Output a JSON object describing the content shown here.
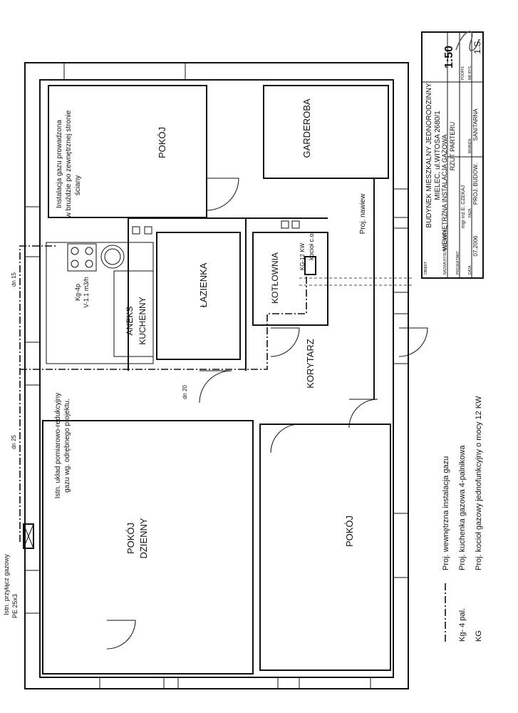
{
  "rooms": {
    "pokoj_top": "POKÓJ",
    "garderoba": "GARDEROBA",
    "lazienka": "ŁAZIENKA",
    "aneks": "ANEKS",
    "kuchenny": "KUCHENNY",
    "kotlownia": "KOTŁOWNIA",
    "korytarz": "KORYTARZ",
    "pokoj_dzienny_1": "POKÓJ",
    "pokoj_dzienny_2": "DZIENNY",
    "pokoj_bottom": "POKÓJ"
  },
  "notes": {
    "gas_line_1": "Instalacja gazu prowadzona",
    "gas_line_2": "w bruździe po zewnętrznej stronie",
    "gas_line_3": "ściany",
    "kg4p_1": "Kg-4p",
    "kg4p_2": "V-1.1 m3/h",
    "boiler_1": "KG-12 KW",
    "boiler_2": "kocioł c.o.",
    "nawiew": "Proj. nawiew",
    "meter_1": "Istn. układ pomiarowo-redukcyjny",
    "meter_2": "gazu wg. odrębnego projektu.",
    "przylacz_1": "Istn. przyłącz gazowy",
    "przylacz_2": "PE 25x3",
    "dn15": "dn 15",
    "dn20": "dn 20",
    "dn25": "dn 25"
  },
  "legend": {
    "l1_key": "",
    "l1_text": "Proj. wewnętrzna instalacja gazu",
    "l2_key": "Kg- 4 pal.",
    "l2_text": "Proj. kuchenka gazowa 4-palnikowa",
    "l3_key": "KG",
    "l3_text": "Proj. kocioł gazowy jednofunkcyjny o mocy 12 KW"
  },
  "title_block": {
    "obiekt_label": "OBIEKT",
    "obiekt_1": "BUDYNEK MIESZKALNY JEDNORODZINNY",
    "obiekt_2": "MIELEC, ul.WITOSA 2680/1",
    "nazwa_label": "NAZWA RYSUNKU, SKALA",
    "nazwa_1": "WEWNĘTRZNA INSTALACJA GAZOWA",
    "nazwa_2": "RZUT PARTERU",
    "scale": "1:50",
    "projektant_label": "PROJEKTANT",
    "projektant": "mgr inż.E. CZEKAJ",
    "podpis_label": "PODPIS",
    "data_label": "DATA",
    "data": "07.2006",
    "faza_label": "FAZA",
    "faza": "PROJ. BUDOW.",
    "branza_label": "BRANŻA",
    "branza": "SANITARNA",
    "nr_label": "NR RYS.",
    "nr": "1.S."
  },
  "colors": {
    "ink": "#111111",
    "paper": "#ffffff"
  }
}
